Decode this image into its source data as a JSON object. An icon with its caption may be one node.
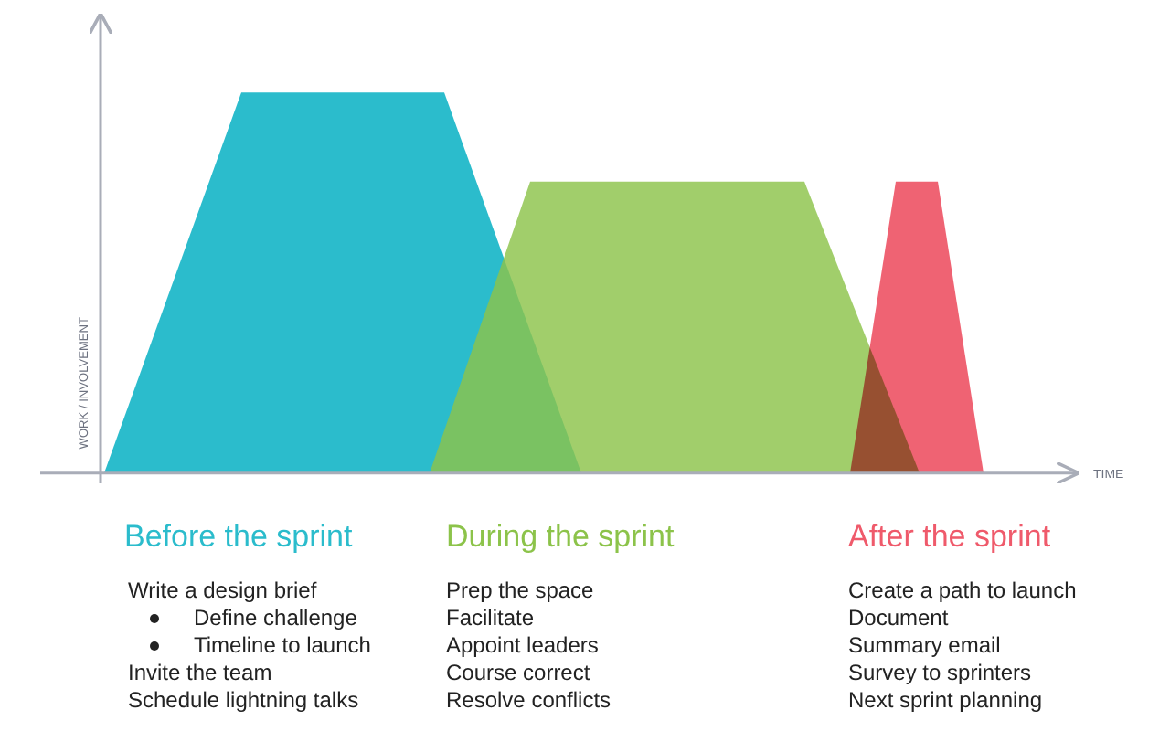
{
  "diagram": {
    "labels": [
      "WORK / INVOLVEMENT",
      "TIME",
      "Before the sprint",
      "Write a design brief",
      "Define challenge",
      "Timeline to launch",
      "Invite the team",
      "Schedule lightning talks",
      "During the sprint",
      "Prep the space",
      "Facilitate",
      "Appoint leaders",
      "Course correct",
      "Resolve conflicts",
      "After the sprint",
      "Create a path to launch",
      "Document",
      "Summary email",
      "Survey to sprinters",
      "Next sprint planning"
    ]
  }
}
